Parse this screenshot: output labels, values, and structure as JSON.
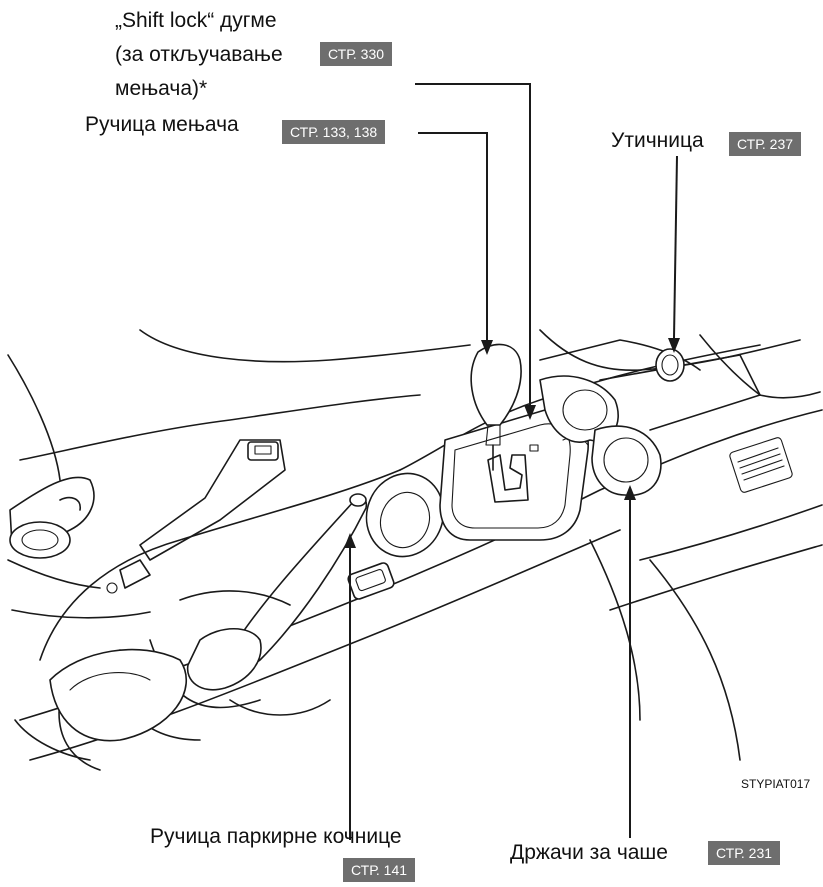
{
  "callouts": {
    "shift_lock": {
      "line1": "„Shift lock“ дугме",
      "line2": "(за откључавање",
      "line3": "мењача)*",
      "page": "СТР. 330"
    },
    "shift_lever": {
      "label": "Ручица мењача",
      "page": "СТР. 133, 138"
    },
    "power_outlet": {
      "label": "Утичница",
      "page": "СТР. 237"
    },
    "parking_brake": {
      "label": "Ручица паркирне кочнице",
      "page": "СТР. 141"
    },
    "cup_holders": {
      "label": "Држачи за чаше",
      "page": "СТР. 231"
    }
  },
  "image_code": "STYPIAT017"
}
